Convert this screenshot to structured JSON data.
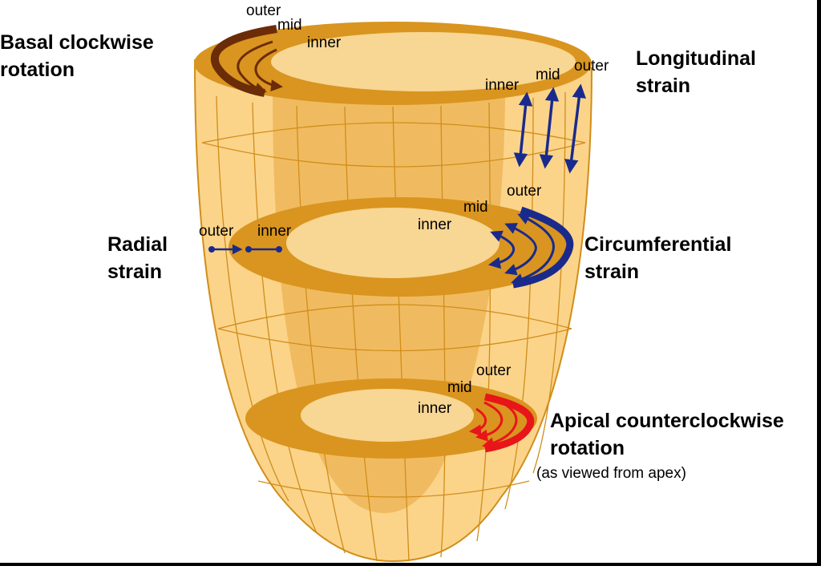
{
  "labels": {
    "basal": "Basal clockwise\nrotation",
    "longitudinal": "Longitudinal\nstrain",
    "radial": "Radial\nstrain",
    "circumferential": "Circumferential\nstrain",
    "apical": "Apical counterclockwise\nrotation",
    "apical_note": "(as viewed from apex)"
  },
  "layers": {
    "basal": {
      "outer": "outer",
      "mid": "mid",
      "inner": "inner"
    },
    "longitudinal": {
      "inner": "inner",
      "mid": "mid",
      "outer": "outer"
    },
    "circumferential": {
      "outer": "outer",
      "mid": "mid",
      "inner": "inner"
    },
    "radial": {
      "outer": "outer",
      "inner": "inner"
    },
    "apical": {
      "outer": "outer",
      "mid": "mid",
      "inner": "inner"
    }
  },
  "colors": {
    "shell": "#fbd48a",
    "shell_shade": "#e8a53e",
    "ring": "#d9951f",
    "ring_inner": "#f8d693",
    "wire": "#d18d1a",
    "arrow_blue": "#1a2a8c",
    "arrow_red": "#e8151a",
    "arrow_brown": "#6b2c08"
  }
}
